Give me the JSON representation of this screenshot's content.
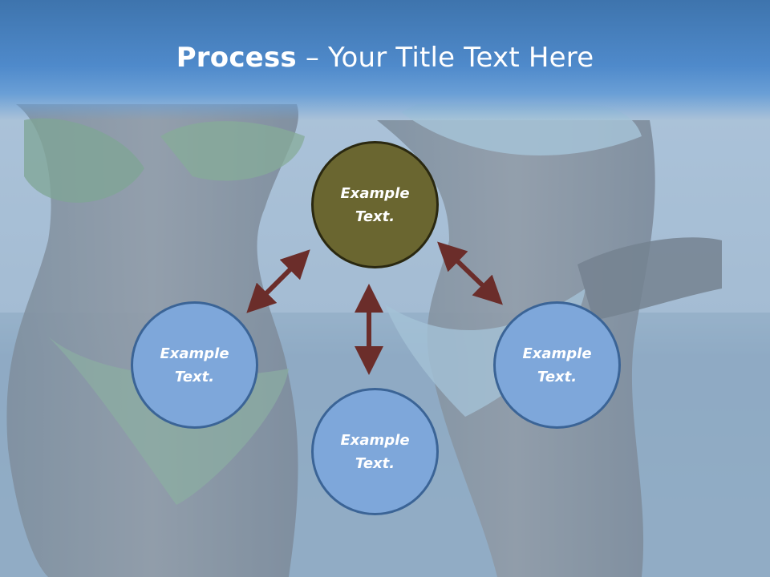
{
  "slide": {
    "title_bold": "Process",
    "title_rest": " – Your Title Text Here"
  },
  "nodes": {
    "top": "Example\nText.",
    "left": "Example\nText.",
    "right": "Example\nText.",
    "bottom": "Example\nText."
  },
  "colors": {
    "header": "#4f8acb",
    "top_node_fill": "#6a6630",
    "blue_node_fill": "#7ea7da",
    "arrow": "#6b2d2a"
  }
}
